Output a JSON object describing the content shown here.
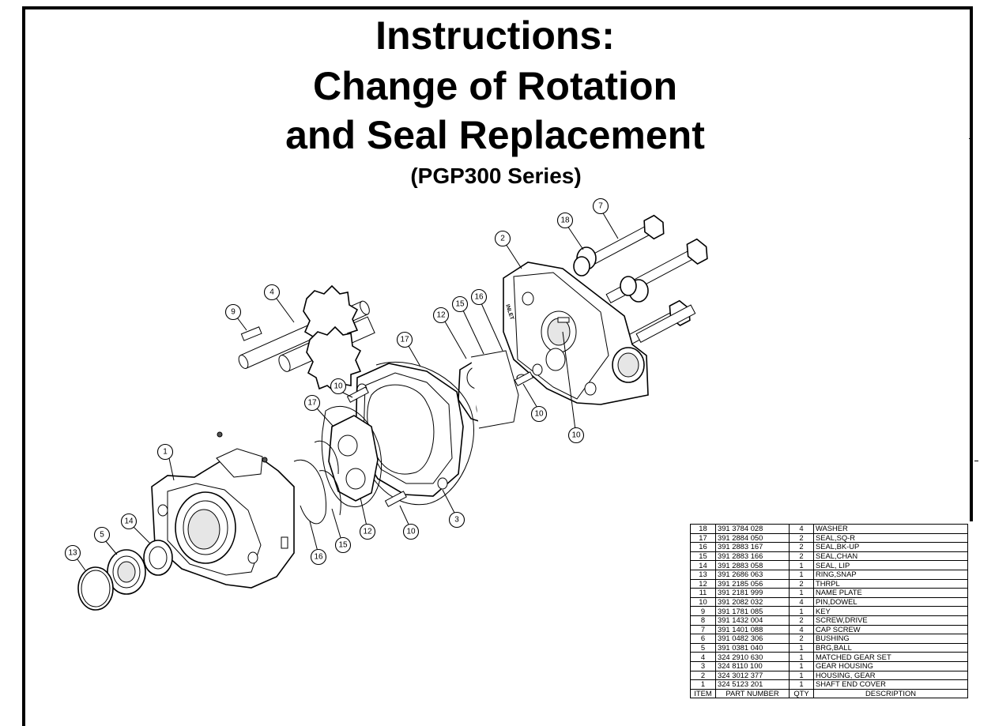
{
  "title": {
    "line1": "Instructions:",
    "line2": "Change of Rotation",
    "line3": "and Seal Replacement",
    "line4": "(PGP300 Series)"
  },
  "diagram": {
    "inlet_label": "INLET",
    "callouts": [
      "18",
      "7",
      "2",
      "4",
      "9",
      "15",
      "16",
      "12",
      "17",
      "10",
      "10",
      "10",
      "17",
      "1",
      "5",
      "14",
      "13",
      "16",
      "15",
      "12",
      "10",
      "3"
    ]
  },
  "bom": {
    "headers": {
      "item": "ITEM",
      "part": "PART NUMBER",
      "qty": "QTY",
      "desc": "DESCRIPTION"
    },
    "rows": [
      {
        "item": "18",
        "part": "391 3784 028",
        "qty": "4",
        "desc": "WASHER"
      },
      {
        "item": "17",
        "part": "391 2884 050",
        "qty": "2",
        "desc": "SEAL,SQ-R"
      },
      {
        "item": "16",
        "part": "391 2883 167",
        "qty": "2",
        "desc": "SEAL,BK-UP"
      },
      {
        "item": "15",
        "part": "391 2883 166",
        "qty": "2",
        "desc": "SEAL,CHAN"
      },
      {
        "item": "14",
        "part": "391 2883 058",
        "qty": "1",
        "desc": "SEAL, LIP"
      },
      {
        "item": "13",
        "part": "391 2686 063",
        "qty": "1",
        "desc": "RING,SNAP"
      },
      {
        "item": "12",
        "part": "391 2185 056",
        "qty": "2",
        "desc": "THRPL"
      },
      {
        "item": "11",
        "part": "391 2181 999",
        "qty": "1",
        "desc": "NAME PLATE"
      },
      {
        "item": "10",
        "part": "391 2082 032",
        "qty": "4",
        "desc": "PIN,DOWEL"
      },
      {
        "item": "9",
        "part": "391 1781 085",
        "qty": "1",
        "desc": "KEY"
      },
      {
        "item": "8",
        "part": "391 1432 004",
        "qty": "2",
        "desc": "SCREW,DRIVE"
      },
      {
        "item": "7",
        "part": "391 1401 088",
        "qty": "4",
        "desc": "CAP SCREW"
      },
      {
        "item": "6",
        "part": "391 0482 306",
        "qty": "2",
        "desc": "BUSHING"
      },
      {
        "item": "5",
        "part": "391 0381 040",
        "qty": "1",
        "desc": "BRG,BALL"
      },
      {
        "item": "4",
        "part": "324 2910 630",
        "qty": "1",
        "desc": "MATCHED GEAR SET"
      },
      {
        "item": "3",
        "part": "324 8110 100",
        "qty": "1",
        "desc": "GEAR HOUSING"
      },
      {
        "item": "2",
        "part": "324 3012 377",
        "qty": "1",
        "desc": "HOUSING, GEAR"
      },
      {
        "item": "1",
        "part": "324 5123 201",
        "qty": "1",
        "desc": "SHAFT END COVER"
      }
    ]
  }
}
